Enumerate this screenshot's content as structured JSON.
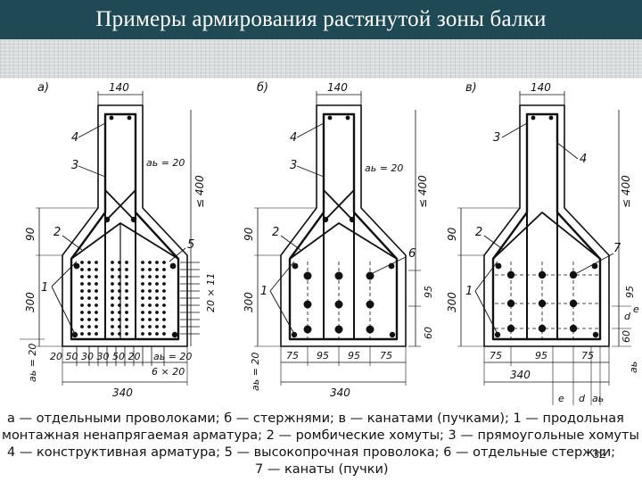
{
  "title": "Примеры армирования растянутой зоны балки",
  "page_number": "32",
  "panels": {
    "a": {
      "letter": "а)",
      "top_width": "140",
      "ab_label": "aь = 20",
      "height_upper": "≤ 400",
      "left_dim_90": "90",
      "left_dim_300": "300",
      "right_dim": "20 × 11",
      "bottom_ab": "aь = 20",
      "bottom_ab_left": "aь = 20",
      "bottom_seq": "20 50 30 30 50 20",
      "bottom_total": "340",
      "bottom_step": "6 × 20",
      "callouts": [
        "1",
        "2",
        "3",
        "4",
        "5"
      ]
    },
    "b": {
      "letter": "б)",
      "top_width": "140",
      "ab_label": "aь = 20",
      "height_upper": "≤ 400",
      "left_dim_90": "90",
      "left_dim_300": "300",
      "right_dim_95": "95",
      "right_dim_60": "60",
      "bottom_ab_left": "aь = 20",
      "bottom_seq": [
        "75",
        "95",
        "95",
        "75"
      ],
      "bottom_total": "340",
      "callouts": [
        "1",
        "2",
        "3",
        "4",
        "6"
      ]
    },
    "v": {
      "letter": "в)",
      "top_width": "140",
      "height_upper": "≤ 400",
      "left_dim_90": "90",
      "left_dim_300": "300",
      "right_dim_95": "95",
      "right_dim_60": "60",
      "right_d": "d",
      "right_e": "e",
      "right_ab": "aь",
      "bottom_seq": [
        "75",
        "95",
        "75"
      ],
      "bottom_total": "340",
      "bottom_small": [
        "e",
        "d",
        "aь"
      ],
      "callouts": [
        "1",
        "2",
        "3",
        "4",
        "7"
      ]
    }
  },
  "caption": {
    "line1": "а — отдельными проволоками;  б — стержнями;  в — канатами (пучками);  1 — продольная",
    "line2": "монтажная ненапрягаемая арматура;  2 — ромбические хомуты;  3 — прямоугольные хомуты",
    "line3": "4 — конструктивная арматура;  5 — высокопрочная проволока;  6 — отдельные стержни;",
    "line4": "7 — канаты (пучки)"
  },
  "colors": {
    "title_bar": "#1f4a55",
    "title_text": "#ffffff",
    "ink": "#111111"
  }
}
